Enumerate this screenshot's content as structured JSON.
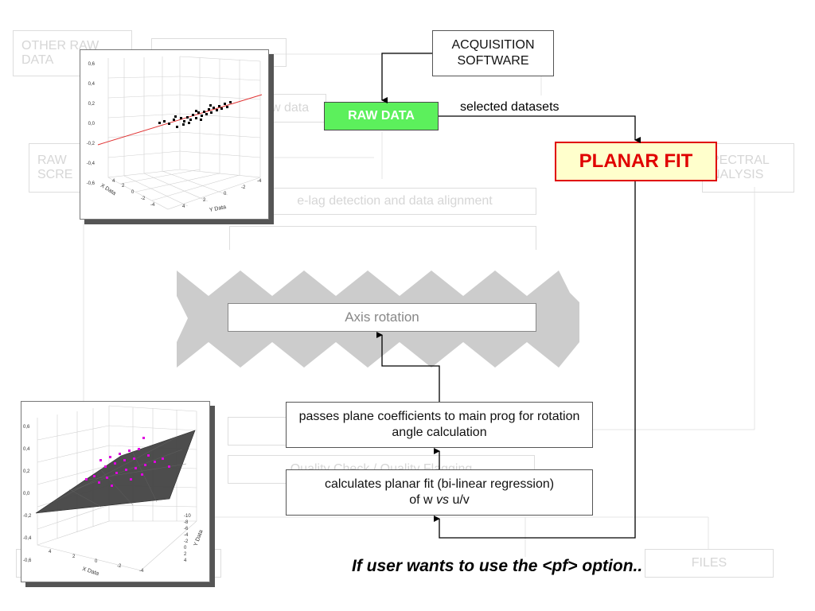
{
  "background_flow": {
    "other_raw_data": "OTHER RAW\nDATA",
    "raw_screening": "RAW\nSCRE",
    "raw_data_faint": "w data",
    "time_lag": "e-lag detection and data alignment",
    "quality_check": "Quality Check / Quality Flagging",
    "spectral_analysis": "PECTRAL\nNALYSIS",
    "files": "FILES"
  },
  "flow": {
    "acquisition_software": "ACQUISITION\nSOFTWARE",
    "raw_data": "RAW DATA",
    "selected_datasets": "selected datasets",
    "planar_fit": "PLANAR FIT",
    "axis_rotation": "Axis rotation",
    "passes_coefficients": "passes plane coefficients to main prog for rotation angle calculation",
    "calc_line1": "calculates planar fit (bi-linear regression)",
    "calc_prefix": "of w ",
    "calc_vs": "vs",
    "calc_suffix": " u/v"
  },
  "footer_note": "If user wants to use the <pf> option..",
  "colors": {
    "raw_data_fill": "#5cf05c",
    "planar_fit_fill": "#ffffcc",
    "planar_fit_border": "#e00000",
    "planar_fit_text": "#e00000",
    "banner_gray": "#cccccc",
    "scatter_points_top": "#000000",
    "regression_line": "#e03030",
    "scatter_points_bottom": "#e000e0",
    "plane_fill": "#444444"
  },
  "plot_top": {
    "y_ticks": [
      "0,6",
      "0,4",
      "0,2",
      "0,0",
      "-0,2",
      "-0,4",
      "-0,6"
    ],
    "x_axis_label": "X Data",
    "y_axis_label": "Y Data",
    "x_ticks": [
      "4",
      "2",
      "0",
      "-2",
      "-4"
    ],
    "y_axis_ticks": [
      "4",
      "2",
      "0",
      "-2",
      "-4"
    ]
  },
  "plot_bottom": {
    "z_ticks": [
      "0,6",
      "0,4",
      "0,2",
      "0,0",
      "-0,2",
      "-0,4",
      "-0,6"
    ],
    "x_axis_label": "X Data",
    "y_axis_label": "Y Data",
    "x_ticks": [
      "4",
      "2",
      "0",
      "-2",
      "-4"
    ],
    "y_ticks": [
      "-10",
      "-8",
      "-6",
      "-4",
      "-2",
      "0",
      "2",
      "4"
    ]
  }
}
